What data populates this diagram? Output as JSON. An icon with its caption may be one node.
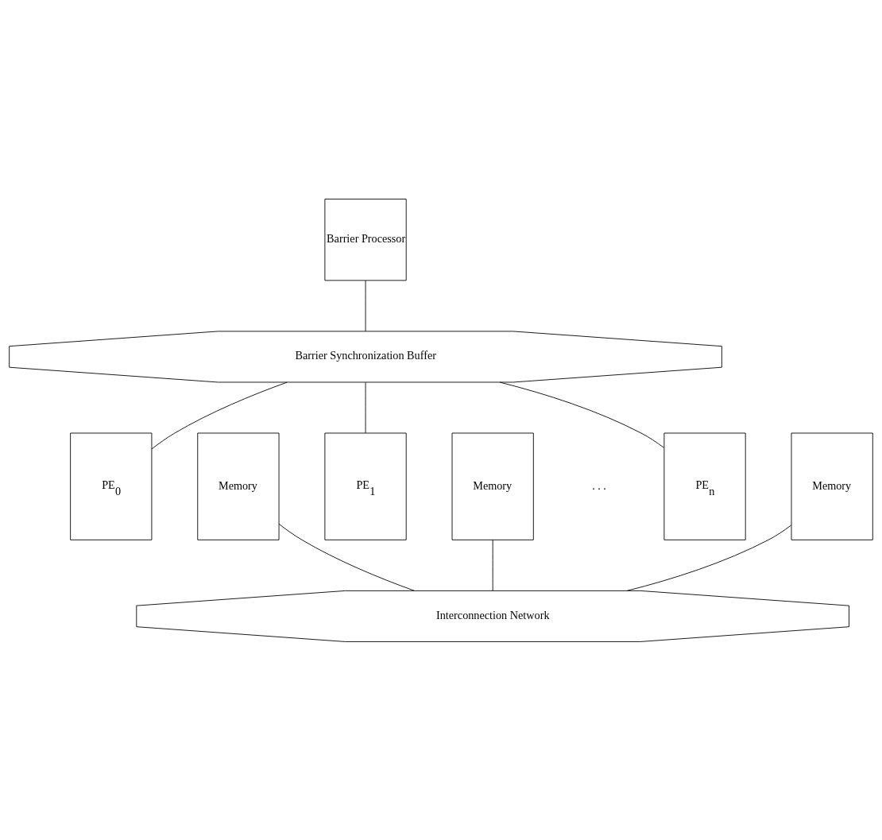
{
  "diagram": {
    "nodes": [
      {
        "text": [
          "Barrier Processor"
        ]
      },
      {
        "text": [
          "Barrier Synchronization Buffer"
        ]
      },
      {
        "text": [
          "PE$_{0}$"
        ]
      },
      {
        "text": [
          "Memory"
        ]
      },
      {
        "text": [
          "PE$_{1}$"
        ]
      },
      {
        "text": [
          "Memory"
        ]
      },
      {
        "text": [
          "PE$_{n}$"
        ]
      },
      {
        "text": [
          "Memory"
        ]
      },
      {
        "text": [
          "Interconnection Network"
        ]
      }
    ],
    "edges": [
      {
        "from": 0,
        "to": 1,
        "arrow": "none"
      },
      {
        "from": 1,
        "to": 2,
        "arrow": "none"
      },
      {
        "from": 1,
        "to": 4,
        "arrow": "none"
      },
      {
        "from": 1,
        "to": 6,
        "arrow": "none"
      },
      {
        "from": 3,
        "to": 8,
        "arrow": "none"
      },
      {
        "from": 5,
        "to": 8,
        "arrow": "none"
      },
      {
        "from": 7,
        "to": 8,
        "arrow": "none"
      }
    ],
    "labels": [
      ". . ."
    ]
  }
}
